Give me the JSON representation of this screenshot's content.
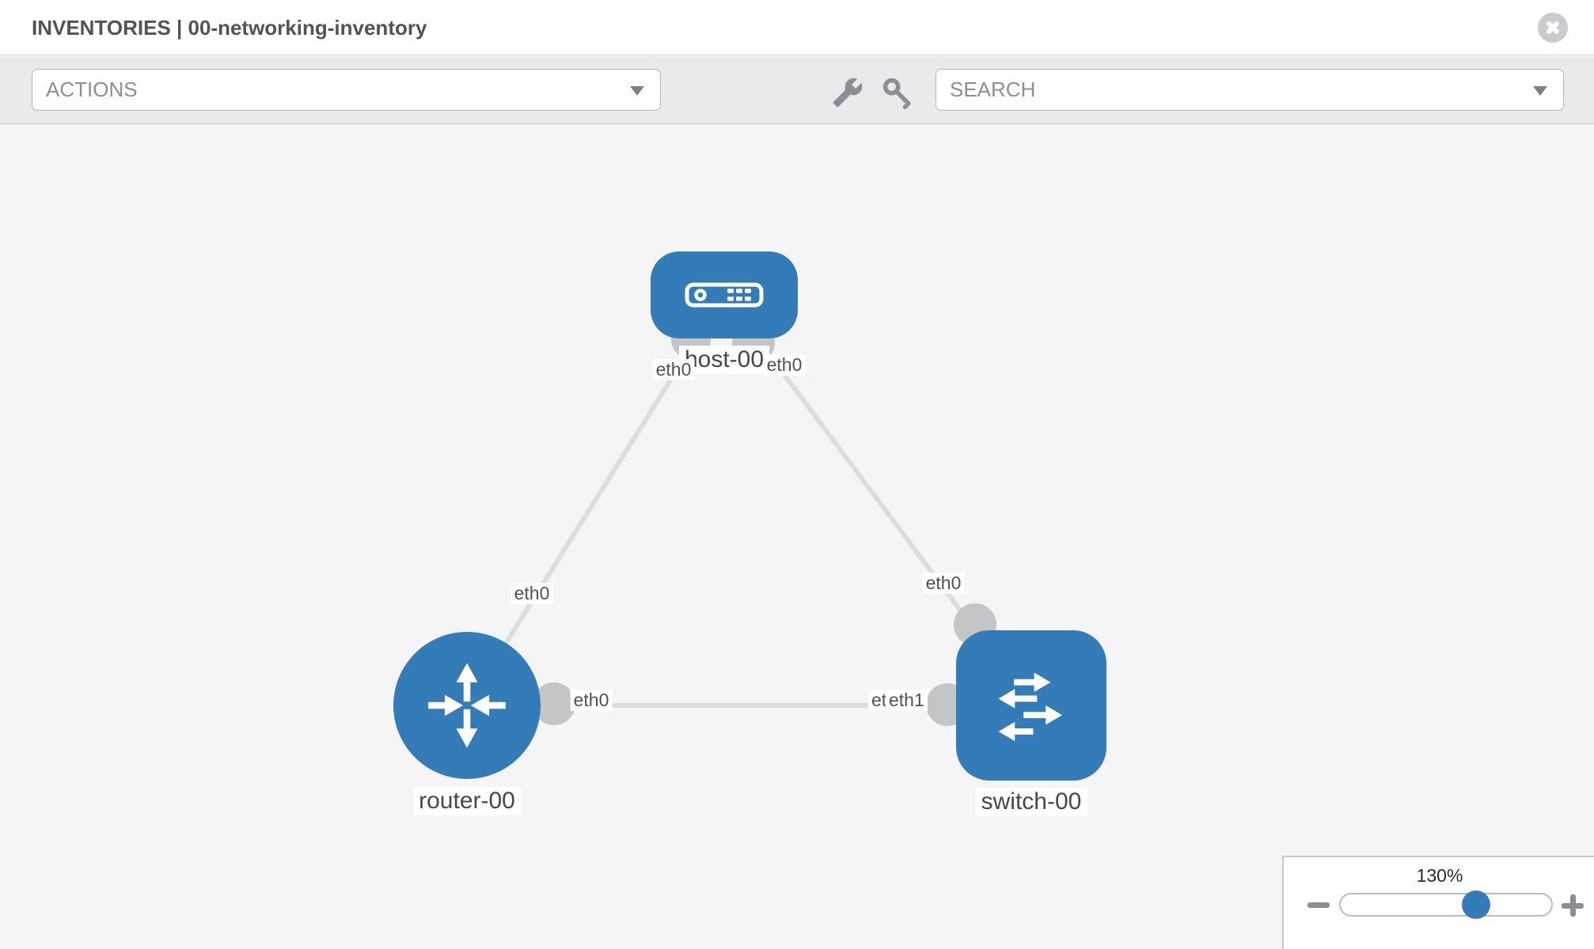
{
  "window": {
    "title": "INVENTORIES | 00-networking-inventory"
  },
  "toolbar": {
    "actions_dropdown": {
      "value": "ACTIONS"
    },
    "search_dropdown": {
      "value": "SEARCH"
    },
    "tools": [
      "wrench-icon",
      "key-icon"
    ]
  },
  "diagram": {
    "nodes": [
      {
        "id": "host-00",
        "label": "host-00",
        "type": "host"
      },
      {
        "id": "router-00",
        "label": "router-00",
        "type": "router"
      },
      {
        "id": "switch-00",
        "label": "switch-00",
        "type": "switch"
      }
    ],
    "links": [
      {
        "from": "host-00",
        "to": "router-00",
        "from_port": "eth0",
        "to_port": "eth0"
      },
      {
        "from": "host-00",
        "to": "switch-00",
        "from_port": "eth0",
        "to_port": "eth0"
      },
      {
        "from": "router-00",
        "to": "switch-00",
        "from_port": "eth0",
        "to_port": "eth1"
      }
    ],
    "port_labels": {
      "host_to_router": "eth0",
      "host_to_switch": "eth0",
      "router_to_host": "eth0",
      "switch_to_host": "eth0",
      "router_to_switch": "eth0",
      "switch_to_router": "eth1",
      "switch_overlapped_back": "eth0"
    }
  },
  "zoom_control": {
    "level": "130%"
  },
  "colors": {
    "node_blue": "#337cb8",
    "canvas_bg": "#f5f5f6",
    "link_gray": "#dcdddd",
    "port_circle_gray": "#c3c5c7",
    "toolbar_bg": "#e9eaeb"
  }
}
